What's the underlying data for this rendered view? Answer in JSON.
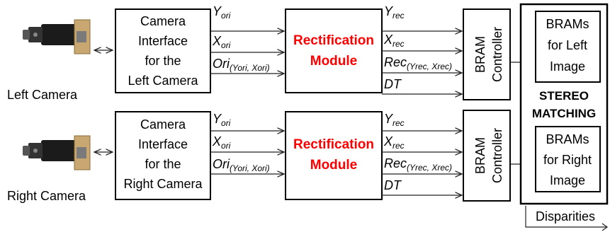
{
  "cameras": {
    "left_label": "Left Camera",
    "right_label": "Right Camera"
  },
  "interface_left": [
    "Camera",
    "Interface",
    "for the",
    "Left Camera"
  ],
  "interface_right": [
    "Camera",
    "Interface",
    "for the",
    "Right Camera"
  ],
  "signals_in": {
    "y": "Y",
    "y_sub": "ori",
    "x": "X",
    "x_sub": "ori",
    "ori": "Ori",
    "ori_sub": "(Yori, Xori)"
  },
  "rect_module": [
    "Rectification",
    "Module"
  ],
  "signals_out": {
    "y": "Y",
    "y_sub": "rec",
    "x": "X",
    "x_sub": "rec",
    "rec": "Rec",
    "rec_sub": "(Yrec, Xrec)",
    "dt": "DT"
  },
  "bram_controller": [
    "BRAM",
    "Controller"
  ],
  "brams_left": [
    "BRAMs",
    "for Left",
    "Image"
  ],
  "brams_right": [
    "BRAMs",
    "for Right",
    "Image"
  ],
  "stereo_matching": [
    "STEREO",
    "MATCHING"
  ],
  "disparities": "Disparities",
  "colors": {
    "accent": "#ff0000",
    "stroke": "#000000"
  }
}
